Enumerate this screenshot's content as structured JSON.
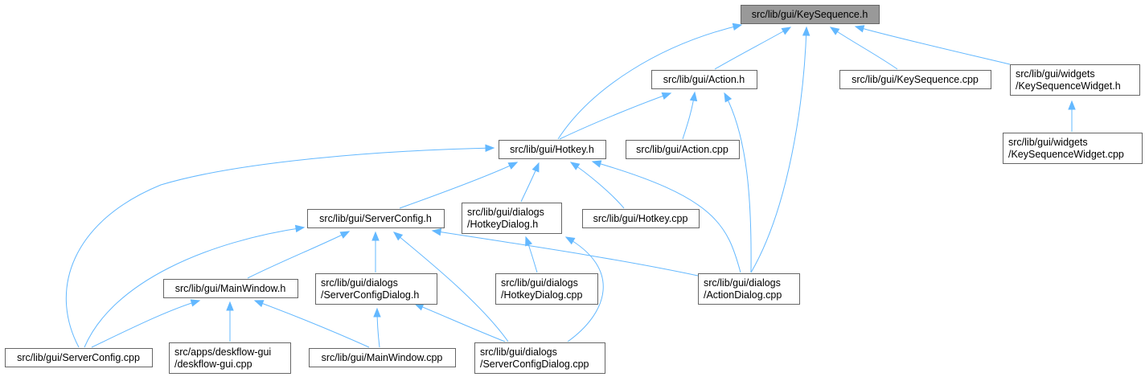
{
  "diagram": {
    "root": "keysequence-h",
    "nodes": [
      {
        "id": "keysequence-h",
        "lines": [
          "src/lib/gui/KeySequence.h"
        ]
      },
      {
        "id": "action-h",
        "lines": [
          "src/lib/gui/Action.h"
        ]
      },
      {
        "id": "keysequence-cpp",
        "lines": [
          "src/lib/gui/KeySequence.cpp"
        ]
      },
      {
        "id": "keysequencewidget-h",
        "lines": [
          "src/lib/gui/widgets",
          "/KeySequenceWidget.h"
        ]
      },
      {
        "id": "hotkey-h",
        "lines": [
          "src/lib/gui/Hotkey.h"
        ]
      },
      {
        "id": "action-cpp",
        "lines": [
          "src/lib/gui/Action.cpp"
        ]
      },
      {
        "id": "keysequencewidget-cpp",
        "lines": [
          "src/lib/gui/widgets",
          "/KeySequenceWidget.cpp"
        ]
      },
      {
        "id": "serverconfig-h",
        "lines": [
          "src/lib/gui/ServerConfig.h"
        ]
      },
      {
        "id": "hotkeydialog-h",
        "lines": [
          "src/lib/gui/dialogs",
          "/HotkeyDialog.h"
        ]
      },
      {
        "id": "hotkey-cpp",
        "lines": [
          "src/lib/gui/Hotkey.cpp"
        ]
      },
      {
        "id": "mainwindow-h",
        "lines": [
          "src/lib/gui/MainWindow.h"
        ]
      },
      {
        "id": "serverconfigdialog-h",
        "lines": [
          "src/lib/gui/dialogs",
          "/ServerConfigDialog.h"
        ]
      },
      {
        "id": "hotkeydialog-cpp",
        "lines": [
          "src/lib/gui/dialogs",
          "/HotkeyDialog.cpp"
        ]
      },
      {
        "id": "actiondialog-cpp",
        "lines": [
          "src/lib/gui/dialogs",
          "/ActionDialog.cpp"
        ]
      },
      {
        "id": "serverconfig-cpp",
        "lines": [
          "src/lib/gui/ServerConfig.cpp"
        ]
      },
      {
        "id": "deskflow-gui-cpp",
        "lines": [
          "src/apps/deskflow-gui",
          "/deskflow-gui.cpp"
        ]
      },
      {
        "id": "mainwindow-cpp",
        "lines": [
          "src/lib/gui/MainWindow.cpp"
        ]
      },
      {
        "id": "serverconfigdialog-cpp",
        "lines": [
          "src/lib/gui/dialogs",
          "/ServerConfigDialog.cpp"
        ]
      }
    ],
    "edges": [
      {
        "from": "keysequence-h",
        "to": "hotkey-h"
      },
      {
        "from": "keysequence-h",
        "to": "action-h"
      },
      {
        "from": "keysequence-h",
        "to": "actiondialog-cpp"
      },
      {
        "from": "keysequence-h",
        "to": "keysequence-cpp"
      },
      {
        "from": "keysequence-h",
        "to": "keysequencewidget-h"
      },
      {
        "from": "keysequencewidget-h",
        "to": "keysequencewidget-cpp"
      },
      {
        "from": "action-h",
        "to": "hotkey-h"
      },
      {
        "from": "action-h",
        "to": "action-cpp"
      },
      {
        "from": "action-h",
        "to": "actiondialog-cpp"
      },
      {
        "from": "hotkey-h",
        "to": "serverconfig-h"
      },
      {
        "from": "hotkey-h",
        "to": "hotkeydialog-h"
      },
      {
        "from": "hotkey-h",
        "to": "hotkey-cpp"
      },
      {
        "from": "hotkey-h",
        "to": "actiondialog-cpp"
      },
      {
        "from": "hotkey-h",
        "to": "serverconfig-cpp"
      },
      {
        "from": "serverconfig-h",
        "to": "mainwindow-h"
      },
      {
        "from": "serverconfig-h",
        "to": "serverconfigdialog-h"
      },
      {
        "from": "serverconfig-h",
        "to": "serverconfigdialog-cpp"
      },
      {
        "from": "serverconfig-h",
        "to": "actiondialog-cpp"
      },
      {
        "from": "serverconfig-h",
        "to": "serverconfig-cpp"
      },
      {
        "from": "hotkeydialog-h",
        "to": "hotkeydialog-cpp"
      },
      {
        "from": "hotkeydialog-h",
        "to": "serverconfigdialog-cpp"
      },
      {
        "from": "mainwindow-h",
        "to": "serverconfig-cpp"
      },
      {
        "from": "mainwindow-h",
        "to": "deskflow-gui-cpp"
      },
      {
        "from": "mainwindow-h",
        "to": "mainwindow-cpp"
      },
      {
        "from": "serverconfigdialog-h",
        "to": "mainwindow-cpp"
      },
      {
        "from": "serverconfigdialog-h",
        "to": "serverconfigdialog-cpp"
      }
    ],
    "colors": {
      "edge": "#63b8ff",
      "node_border": "#666666",
      "node_fill": "#ffffff",
      "root_fill": "#999999",
      "text": "#000000"
    }
  }
}
